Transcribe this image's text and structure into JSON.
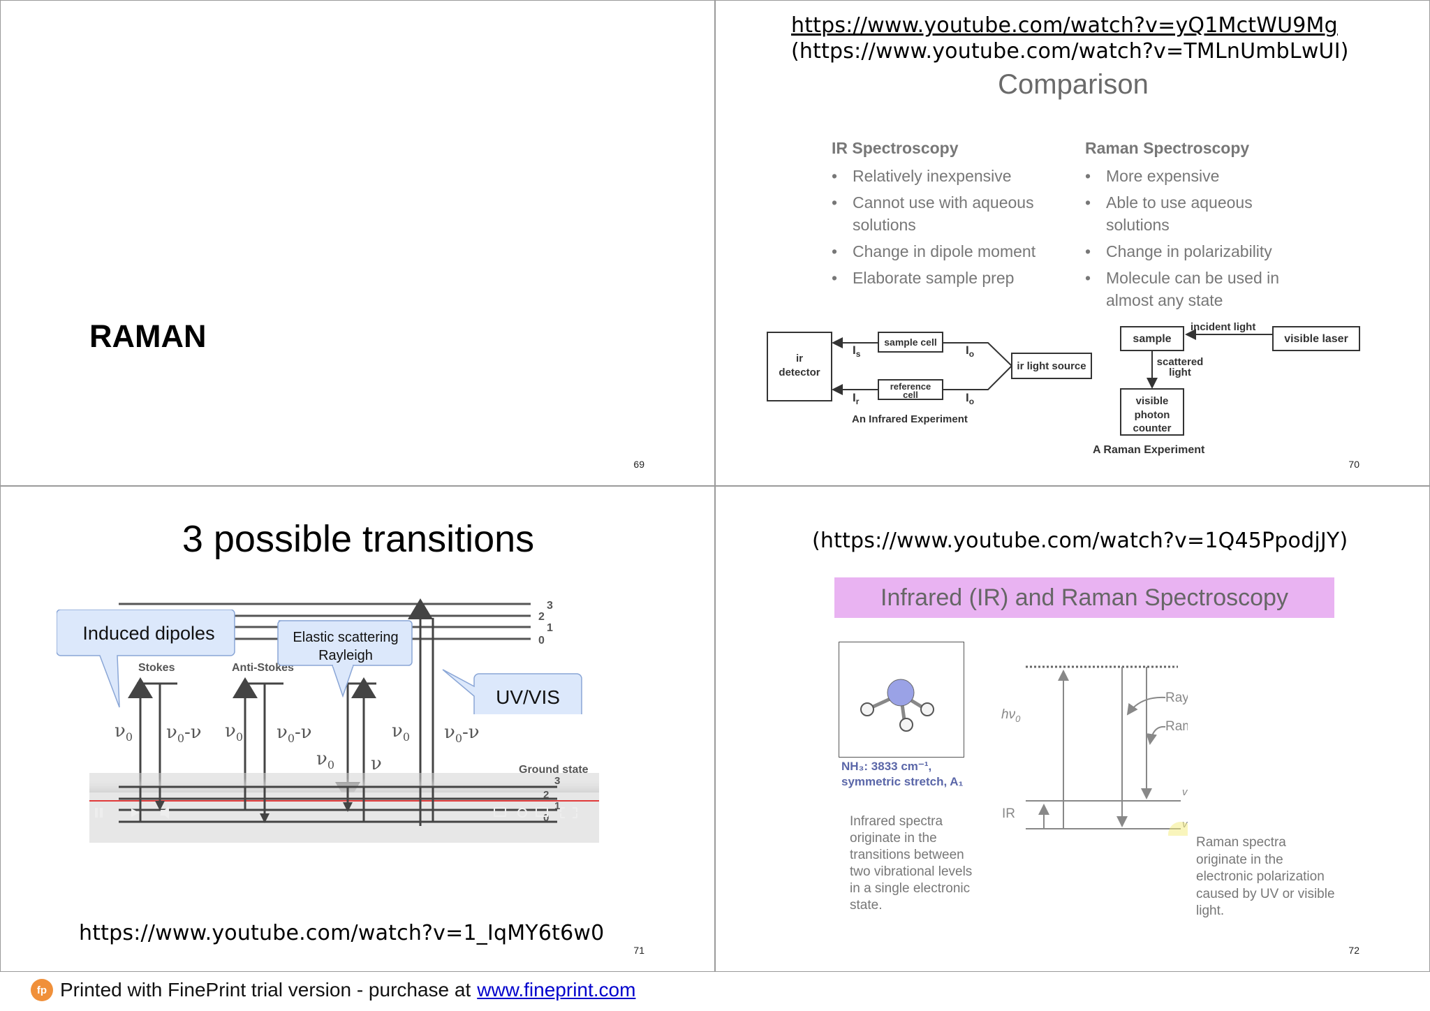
{
  "slide69": {
    "title": "RAMAN",
    "page": "69"
  },
  "slide70": {
    "url1": "https://www.youtube.com/watch?v=yQ1MctWU9Mg",
    "url2": "(https://www.youtube.com/watch?v=TMLnUmbLwUI)",
    "title": "Comparison",
    "ir": {
      "heading": "IR Spectroscopy",
      "items": [
        "Relatively inexpensive",
        "Cannot use with aqueous solutions",
        "Change in dipole moment",
        "Elaborate sample prep"
      ]
    },
    "raman": {
      "heading": "Raman Spectroscopy",
      "items": [
        "More expensive",
        "Able to use aqueous solutions",
        "Change in polarizability",
        "Molecule can be used in almost any state"
      ]
    },
    "ir_diagram": {
      "detector": [
        "ir",
        "detector"
      ],
      "sample_cell": "sample cell",
      "reference_cell": [
        "reference",
        "cell"
      ],
      "source": "ir light source",
      "Is": "I",
      "Is_sub": "s",
      "Ir": "I",
      "Ir_sub": "r",
      "Io": "I",
      "Io_sub": "o",
      "caption": "An Infrared Experiment"
    },
    "raman_diagram": {
      "sample": "sample",
      "incident": "incident light",
      "laser": "visible laser",
      "scattered": [
        "scattered",
        "light"
      ],
      "counter": [
        "visible",
        "photon",
        "counter"
      ],
      "caption": "A Raman Experiment"
    },
    "page": "70"
  },
  "slide71": {
    "title": "3 possible transitions",
    "callouts": {
      "induced": "Induced dipoles",
      "elastic_1": "Elastic scattering",
      "elastic_2": "Rayleigh",
      "uvvis": "UV/VIS"
    },
    "labels": {
      "stokes": "Stokes",
      "anti_stokes": "Anti-Stokes",
      "ground_state": "Ground state",
      "nu0": "ν",
      "nu0_sub": "0",
      "nu0_minus": "-ν",
      "nu": "ν"
    },
    "upper_levels": [
      "3",
      "2",
      "1",
      "0"
    ],
    "ground_levels": [
      "3",
      "2",
      "1",
      "0"
    ],
    "url": "https://www.youtube.com/watch?v=1_IqMY6t6w0",
    "page": "71"
  },
  "slide72": {
    "url": "(https://www.youtube.com/watch?v=1Q45PpodjJY)",
    "banner": "Infrared (IR) and Raman Spectroscopy",
    "nh3_caption": [
      "NH₃: 3833 cm⁻¹,",
      "symmetric stretch, A₁"
    ],
    "ir_note": "Infrared spectra originate in the transitions between two vibrational levels in a single electronic state.",
    "raman_note": "Raman spectra originate in the electronic polarization caused by UV or visible light.",
    "labels": {
      "rayleigh": "Rayleigh",
      "raman": "Raman",
      "hv0": "hν",
      "hv0_sub": "0",
      "ir": "IR",
      "v_prime": "v'",
      "v": "v"
    },
    "page": "72"
  },
  "footer": {
    "logo": "fp",
    "text": "Printed with FinePrint trial version - purchase at",
    "link": "www.fineprint.com"
  },
  "colors": {
    "banner": "#e9b3f2",
    "callout_fill": "#dce8fb",
    "callout_border": "#8aa6d6",
    "red_line": "#e03a3a",
    "link": "#0000cc",
    "logo": "#f0903a"
  }
}
